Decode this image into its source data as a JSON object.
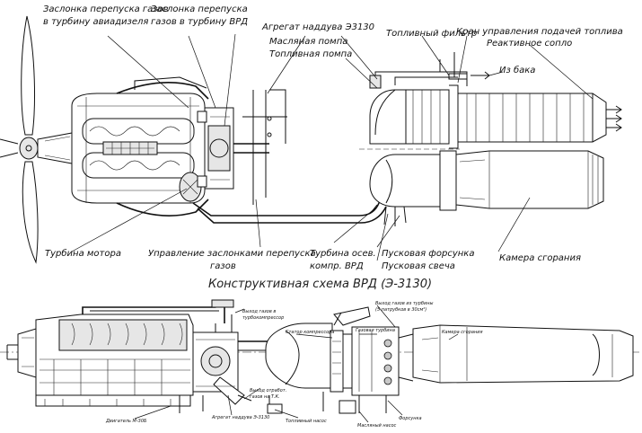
{
  "top_labels": {
    "bypass_aero_diesel_line1": "Заслонка перепуска газов",
    "bypass_aero_diesel_line2": "в турбину авиадизеля",
    "bypass_vrd_line1": "Заслонка перепуска",
    "bypass_vrd_line2": "газов в турбину ВРД",
    "supercharger": "Агрегат наддува Э3130",
    "oil_pump": "Масляная помпа",
    "fuel_pump": "Топливная помпа",
    "fuel_filter": "Топливный фильтр",
    "fuel_valve": "Кран управления подачей топлива",
    "jet_nozzle": "Реактивное сопло",
    "from_tank": "Из бака",
    "motor_turbine": "Турбина мотора",
    "flap_control_line1": "Управление заслонками перепуска",
    "flap_control_line2": "газов",
    "vrd_turbine_line1": "Турбина осев.",
    "vrd_turbine_line2": "компр. ВРД",
    "start_injector": "Пусковая форсунка",
    "start_plug": "Пусковая свеча",
    "combustion_chamber": "Камера сгорания"
  },
  "caption": "Конструктивная схема ВРД (Э-3130)",
  "bottom_labels": {
    "exhaust_line1": "Выход газов в",
    "exhaust_line2": "турбокомпрессор",
    "exhaust_turbine_line1": "Выход газов из турбины",
    "exhaust_turbine_line2": "(5 патрубков в 30см²)",
    "stator": "Статор компрессора",
    "gas_turbine": "Газовая турбина",
    "chamber": "Камера сгорания",
    "engine": "Двигатель М-30Б",
    "gas_outlet_line1": "Выход отработ.",
    "gas_outlet_line2": "газов на Т.К.",
    "supercharger": "Агрегат наддува Э-3130",
    "fuel_pump": "Топливный насос",
    "oil_tank": "Масляный насос",
    "injector": "Форсунка"
  }
}
